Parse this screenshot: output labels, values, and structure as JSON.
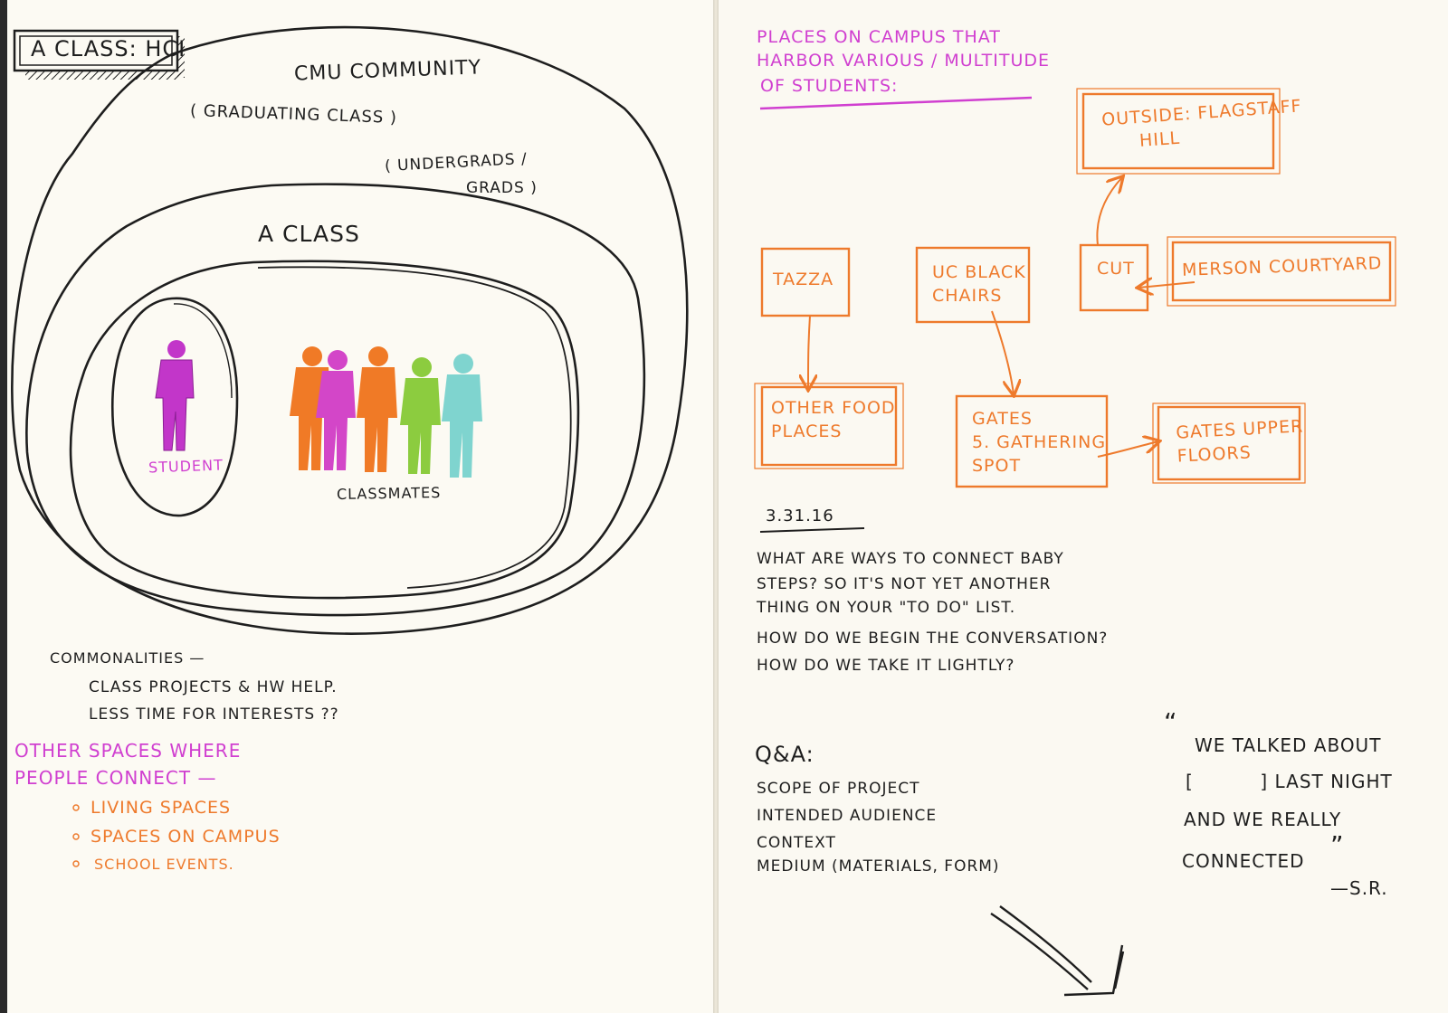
{
  "left_page": {
    "tag": "A CLASS: HCI",
    "community": "CMU COMMUNITY",
    "graduating": "( GRADUATING CLASS )",
    "undergrads": "( UNDERGRADS /",
    "grads": "GRADS )",
    "class_label": "A CLASS",
    "student": "STUDENT",
    "classmates": "CLASSMATES",
    "commonalities": {
      "title": "COMMONALITIES —",
      "line1": "CLASS PROJECTS & HW HELP.",
      "line2": "LESS TIME FOR INTERESTS ??"
    },
    "other_spaces": {
      "title1": "OTHER SPACES WHERE",
      "title2": "PEOPLE CONNECT —",
      "items": [
        "LIVING SPACES",
        "SPACES ON CAMPUS",
        "SCHOOL EVENTS."
      ]
    },
    "figure_colors": {
      "student": "#c236c9",
      "classmates": [
        "#f07a26",
        "#d346c8",
        "#f07a26",
        "#8ccc3f",
        "#7fd4cf"
      ]
    }
  },
  "right_page": {
    "heading1": "PLACES ON CAMPUS THAT",
    "heading2": "HARBOR VARIOUS / MULTITUDE",
    "heading3": "OF STUDENTS:",
    "boxes": {
      "outside_1": "OUTSIDE: FLAGSTAFF",
      "outside_2": "HILL",
      "tazza": "TAZZA",
      "uc_1": "UC BLACK",
      "uc_2": "CHAIRS",
      "cut": "CUT",
      "merson": "MERSON COURTYARD",
      "food_1": "OTHER FOOD",
      "food_2": "PLACES",
      "gates_1": "GATES",
      "gates_2": "5. GATHERING",
      "gates_3": "SPOT",
      "upper_1": "GATES UPPER",
      "upper_2": "FLOORS"
    },
    "date": "3.31.16",
    "questions": [
      "WHAT ARE WAYS TO CONNECT BABY",
      "STEPS? SO IT'S NOT YET ANOTHER",
      "THING ON YOUR \"TO DO\" LIST.",
      "HOW DO WE BEGIN THE CONVERSATION?",
      "HOW DO WE TAKE IT LIGHTLY?"
    ],
    "qa_title": "Q&A:",
    "qa_items": [
      "SCOPE OF PROJECT",
      "INTENDED AUDIENCE",
      "CONTEXT",
      "MEDIUM (MATERIALS, FORM)"
    ],
    "quote": {
      "line1": "WE TALKED ABOUT",
      "line2": "[          ] LAST NIGHT",
      "line3": "AND WE REALLY",
      "line4": "CONNECTED",
      "open_mark": "“",
      "close_mark": "”",
      "attribution": "—S.R."
    }
  },
  "colors": {
    "ink": "#1e1e1e",
    "pink": "#d03fd0",
    "orange": "#ee7a2c"
  }
}
